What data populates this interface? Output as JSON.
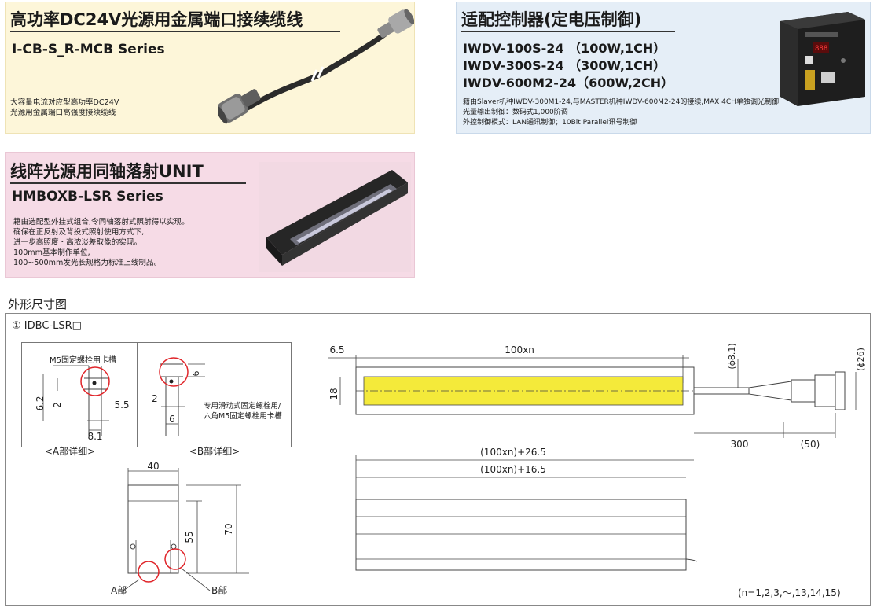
{
  "cable_panel": {
    "title": "高功率DC24V光源用金属端口接续缆线",
    "series": "I-CB-S_R-MCB Series",
    "desc_lines": [
      "大容量电流对应型高功率DC24V",
      "光源用金属端口高强度接续缆线"
    ]
  },
  "controller_panel": {
    "title": "适配控制器(定电压制御)",
    "models": [
      "IWDV-100S-24 （100W,1CH）",
      "IWDV-300S-24 （300W,1CH）",
      "IWDV-600M2-24（600W,2CH）"
    ],
    "desc_lines": [
      "籍由Slaver机种IWDV-300M1-24,与MASTER机种IWDV-600M2-24的接续,MAX 4CH单独调光制御",
      "光量输出制御：数码式1,000阶调",
      "外控制御模式：LAN通讯制御；10Bit Parallel讯号制御"
    ]
  },
  "unit_panel": {
    "title": "线阵光源用同轴落射UNIT",
    "series": "HMBOXB-LSR Series",
    "desc_lines": [
      "籍由选配型外挂式组合,令同轴落射式照射得以实现。",
      "确保在正反射及背投式照射使用方式下,",
      "进一步高照度・高浓淡差取像的实现。",
      "100mm基本制作单位,",
      "100~500mm发光长规格为标准上线制品。"
    ]
  },
  "drawing": {
    "section_title": "外形尺寸图",
    "model_label": "① IDBC-LSR□",
    "detail_a": {
      "caption": "<A部详细>",
      "slot_label": "M5固定螺栓用卡槽",
      "dims": [
        "6.2",
        "2",
        "5.5",
        "8.1"
      ]
    },
    "detail_b": {
      "caption": "<B部详细>",
      "slot_label_lines": [
        "专用滑动式固定螺栓用/",
        "六角M5固定螺栓用卡槽"
      ],
      "dims": [
        "6",
        "2",
        "6"
      ]
    },
    "side_view": {
      "width": "40",
      "h1": "55",
      "h2": "70",
      "mark_a": "A部",
      "mark_b": "B部"
    },
    "front_view": {
      "dim_left": "6.5",
      "dim_len": "100xn",
      "dim_height": "18",
      "dim_cable_dia": "(ϕ8.1)",
      "dim_conn_dia": "(ϕ26)",
      "dim_cable_len": "300",
      "dim_conn_len": "(50)"
    },
    "top_view": {
      "dim_total": "(100xn)+26.5",
      "dim_body": "(100xn)+16.5"
    },
    "note": "(n=1,2,3,～,13,14,15)"
  },
  "colors": {
    "cable_bg": "#fdf6d9",
    "controller_bg": "#e5eef7",
    "unit_bg": "#f6dbe6",
    "emitter_yellow": "#f4ea3a",
    "highlight_red": "#e0252a"
  }
}
